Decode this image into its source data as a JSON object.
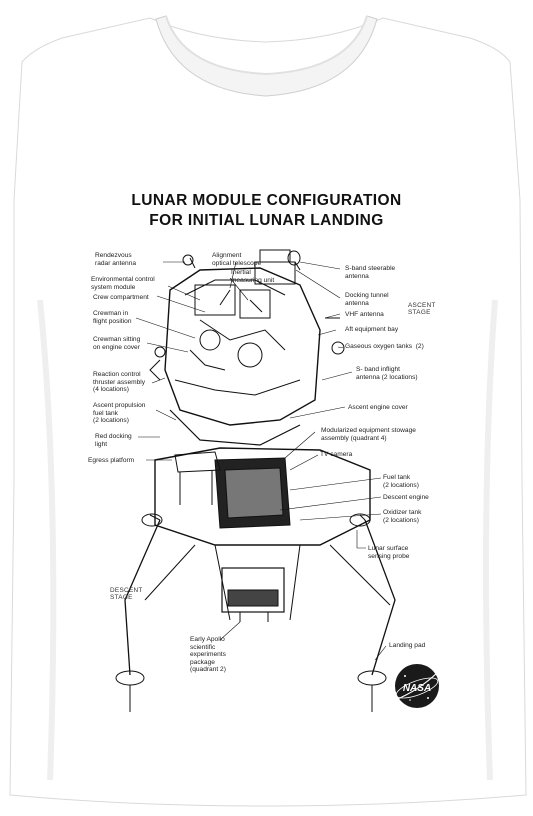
{
  "title_line1": "LUNAR MODULE CONFIGURATION",
  "title_line2": "FOR INITIAL LUNAR LANDING",
  "labels": {
    "rendezvous_radar": "Rendezvous\nradar antenna",
    "alignment_telescope": "Alignment\noptical telescope",
    "inertial_unit": "Inertial\nmeasuring unit",
    "env_control": "Environmental control\nsystem module",
    "crew_compartment": "Crew compartment",
    "crewman_flight": "Crewman in\nflight position",
    "crewman_sitting": "Crewman sitting\non engine cover",
    "rcs_thruster": "Reaction control\nthruster assembly\n(4 locations)",
    "ascent_fuel": "Ascent propulsion\nfuel tank\n(2 locations)",
    "red_docking": "Red docking\nlight",
    "egress_platform": "Egress platform",
    "sband_steerable": "S-band steerable\nantenna",
    "docking_tunnel": "Docking tunnel\nantenna",
    "vhf_antenna": "VHF antenna",
    "aft_bay": "Aft equipment bay",
    "gaseous_oxygen": "Gaseous oxygen tanks  (2)",
    "sband_inflight": "S- band inflight\nantenna (2 locations)",
    "ascent_engine_cover": "Ascent engine cover",
    "modularized_stowage": "Modularized equipment stowage\nassembly (quadrant 4)",
    "tv_camera": "TV camera",
    "fuel_tank": "Fuel tank\n(2 locations)",
    "descent_engine": "Descent engine",
    "oxidizer_tank": "Oxidizer tank\n(2 locations)",
    "lunar_probe": "Lunar surface\nsensing probe",
    "early_apollo": "Early Apollo\nscientific\nexperiments\npackage\n(quadrant 2)",
    "landing_pad": "Landing pad"
  },
  "stages": {
    "ascent": "ASCENT\nSTAGE",
    "descent": "DESCENT\nSTAGE"
  },
  "logo": {
    "text": "NASA",
    "color": "#1a1a1a"
  },
  "shirt_color": "#ffffff",
  "background_color": "#ffffff"
}
